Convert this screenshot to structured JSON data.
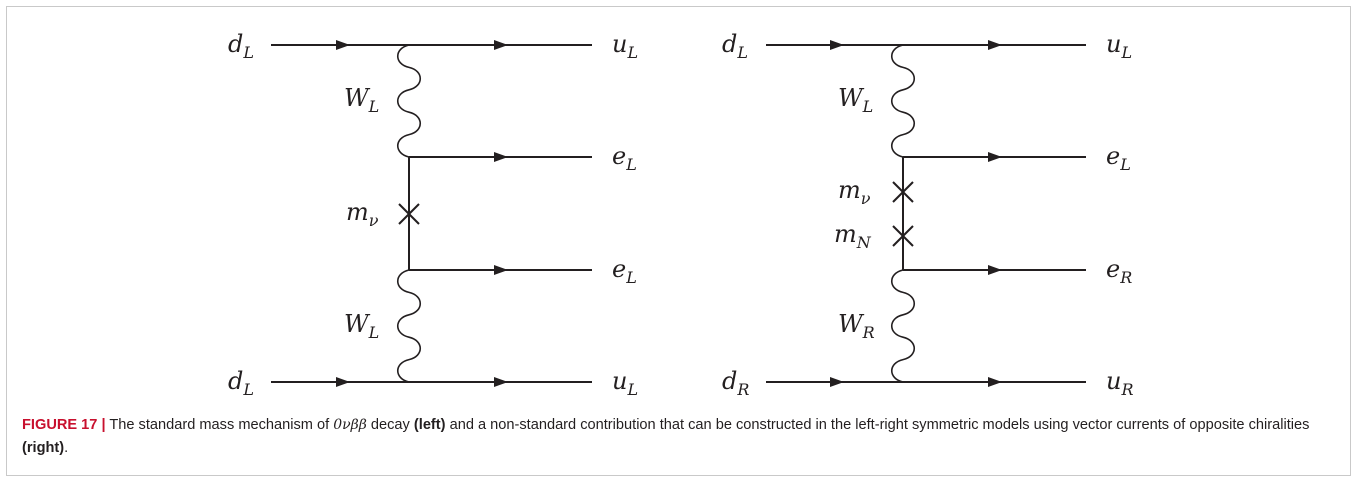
{
  "figure": {
    "left_diagram": {
      "labels": {
        "top_in": "d",
        "top_in_sub": "L",
        "top_out": "u",
        "top_out_sub": "L",
        "w_top": "W",
        "w_top_sub": "L",
        "lep1": "e",
        "lep1_sub": "L",
        "mass": "m",
        "mass_sub": "ν",
        "lep2": "e",
        "lep2_sub": "L",
        "w_bot": "W",
        "w_bot_sub": "L",
        "bot_in": "d",
        "bot_in_sub": "L",
        "bot_out": "u",
        "bot_out_sub": "L"
      }
    },
    "right_diagram": {
      "labels": {
        "top_in": "d",
        "top_in_sub": "L",
        "top_out": "u",
        "top_out_sub": "L",
        "w_top": "W",
        "w_top_sub": "L",
        "lep1": "e",
        "lep1_sub": "L",
        "mass1": "m",
        "mass1_sub": "ν",
        "mass2": "m",
        "mass2_sub": "N",
        "lep2": "e",
        "lep2_sub": "R",
        "w_bot": "W",
        "w_bot_sub": "R",
        "bot_in": "d",
        "bot_in_sub": "R",
        "bot_out": "u",
        "bot_out_sub": "R"
      }
    },
    "caption": {
      "figure_label": "FIGURE 17 |",
      "text1": " The standard mass mechanism of ",
      "process": "0νββ",
      "text2": " decay ",
      "left": "(left)",
      "text3": " and a non-standard contribution that can be constructed in the left-right symmetric models using vector currents of opposite chiralities ",
      "right": "(right)",
      "text4": "."
    }
  }
}
